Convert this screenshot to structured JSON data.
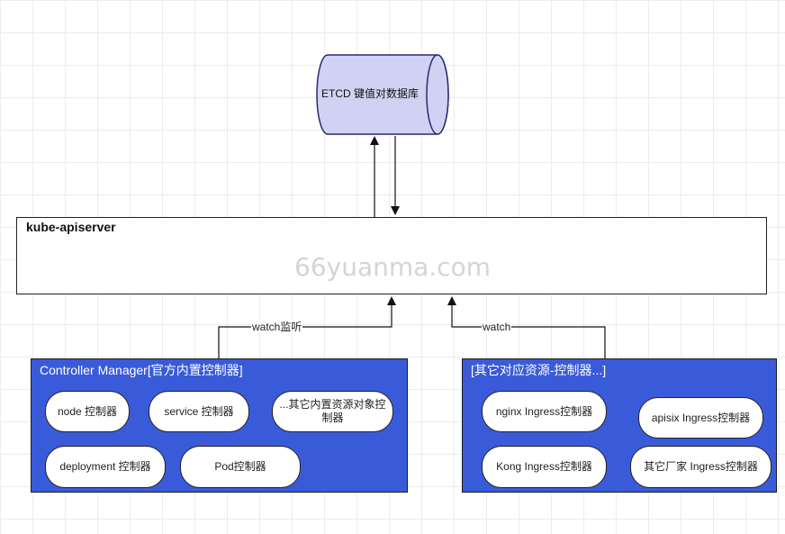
{
  "etcd": {
    "label": "ETCD 键值对数据库"
  },
  "apiserver": {
    "title": "kube-apiserver"
  },
  "watermark": "66yuanma.com",
  "edges": {
    "left_label": "watch监听",
    "right_label": "watch"
  },
  "controller_manager": {
    "title": "Controller Manager[官方内置控制器]",
    "controllers": [
      "node 控制器",
      "service 控制器",
      "...其它内置资源对象控制器",
      "deployment 控制器",
      "Pod控制器"
    ]
  },
  "third_party": {
    "title": "[其它对应资源-控制器...]",
    "controllers": [
      "nginx  Ingress控制器",
      "apisix  Ingress控制器",
      "Kong  Ingress控制器",
      "其它厂家 Ingress控制器"
    ]
  },
  "colors": {
    "group_fill": "#3a5bd9",
    "etcd_fill": "#cfd2f3",
    "etcd_stroke": "#2a2a6e"
  }
}
